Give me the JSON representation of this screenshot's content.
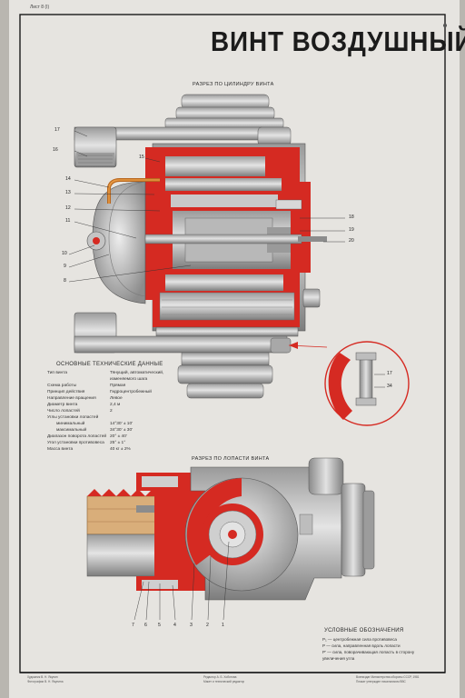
{
  "header": {
    "sheet_label": "Лист 8 (I)",
    "title": "ВИНТ ВОЗДУШНЫЙ"
  },
  "sections": {
    "top_view_label": "РАЗРЕЗ ПО ЦИЛИНДРУ ВИНТА",
    "bottom_view_label": "РАЗРЕЗ ПО ЛОПАСТИ ВИНТА"
  },
  "callouts": {
    "top_left": [
      "17",
      "16",
      "15",
      "14",
      "13",
      "12",
      "11",
      "10",
      "9",
      "8"
    ],
    "top_right": [
      "18",
      "19",
      "20"
    ],
    "detail": [
      "17",
      "34"
    ],
    "bottom": [
      "7",
      "6",
      "5",
      "4",
      "3",
      "2",
      "1"
    ]
  },
  "specs": {
    "heading": "ОСНОВНЫЕ ТЕХНИЧЕСКИЕ ДАННЫЕ",
    "rows": [
      {
        "label": "Тип винта",
        "value": "Тянущий, автоматический,"
      },
      {
        "label": "",
        "value": "изменяемого шага"
      },
      {
        "label": "Схема работы",
        "value": "Прямая"
      },
      {
        "label": "Принцип действия",
        "value": "Гидроцентробежный"
      },
      {
        "label": "Направление вращения",
        "value": "Левое"
      },
      {
        "label": "Диаметр винта",
        "value": "2,4 м"
      },
      {
        "label": "Число лопастей",
        "value": "2"
      },
      {
        "label": "Углы установки лопастей",
        "value": ""
      },
      {
        "label": "минимальный",
        "value": "14°30' ± 10'"
      },
      {
        "label": "максимальный",
        "value": "34°30' ± 30'"
      },
      {
        "label": "Диапазон поворота лопастей",
        "value": "20° ± 40'"
      },
      {
        "label": "Угол установки противовеса",
        "value": "25° ± 1°"
      },
      {
        "label": "Масса винта",
        "value": "40 кг ± 2%"
      }
    ]
  },
  "legend": {
    "heading": "УСЛОВНЫЕ ОБОЗНАЧЕНИЯ",
    "items": [
      "P₁ — центробежная сила противовеса",
      "P — сила, направленная вдоль лопасти",
      "P' — сила, поворачивающая лопасть в сторону",
      "увеличения угла"
    ]
  },
  "footer": {
    "left": [
      "Художник В. Н. Якунин",
      "Фотографии В. Н. Якунина"
    ],
    "center": [
      "Редактор А. Б. Хоботова",
      "Макет и технический редактор"
    ],
    "right": [
      "Воениздат Министерства обороны СССР, 1981",
      "Плакат утвержден начальником ВВС"
    ]
  },
  "colors": {
    "paper": "#e6e4e0",
    "border": "#1a1a1a",
    "red": "#d52a22",
    "metal_light": "#cfcfcf",
    "metal_dark": "#7d7d7d",
    "wood": "#d9ae7a",
    "backdrop": "#b9b6b0"
  }
}
